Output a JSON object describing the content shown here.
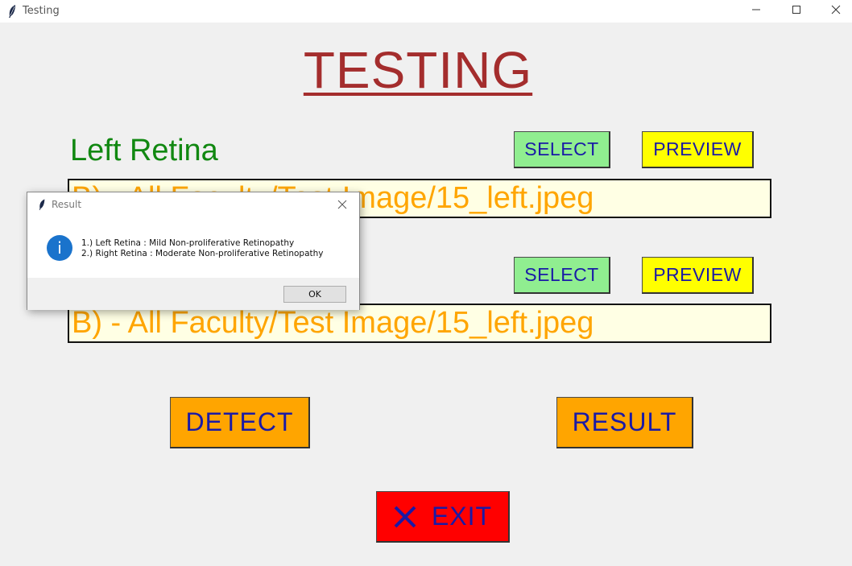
{
  "window": {
    "title": "Testing",
    "icons": {
      "app": "feather-icon",
      "minimize": "minimize-icon",
      "maximize": "maximize-icon",
      "close": "close-icon"
    }
  },
  "main": {
    "title": "TESTING",
    "left_label": "Left Retina",
    "select_label": "SELECT",
    "preview_label": "PREVIEW",
    "left_path": "B) - All Faculty/Test Image/15_left.jpeg",
    "right_path": "B) - All Faculty/Test Image/15_left.jpeg",
    "detect_label": "DETECT",
    "result_label": "RESULT",
    "exit_label": "EXIT"
  },
  "dialog": {
    "title": "Result",
    "info_glyph": "i",
    "line1": "1.) Left Retina : Mild Non-proliferative Retinopathy",
    "line2": "2.) Right Retina : Moderate Non-proliferative Retinopathy",
    "ok_label": "OK"
  },
  "colors": {
    "title": "#a42d2d",
    "left_label": "#118811",
    "select_bg": "#90ee90",
    "preview_bg": "#ffff00",
    "action_bg": "#ffa500",
    "exit_bg": "#ff0000",
    "button_text": "#1a1aa6",
    "path_text": "#ffa500",
    "path_bg": "#ffffe4"
  }
}
